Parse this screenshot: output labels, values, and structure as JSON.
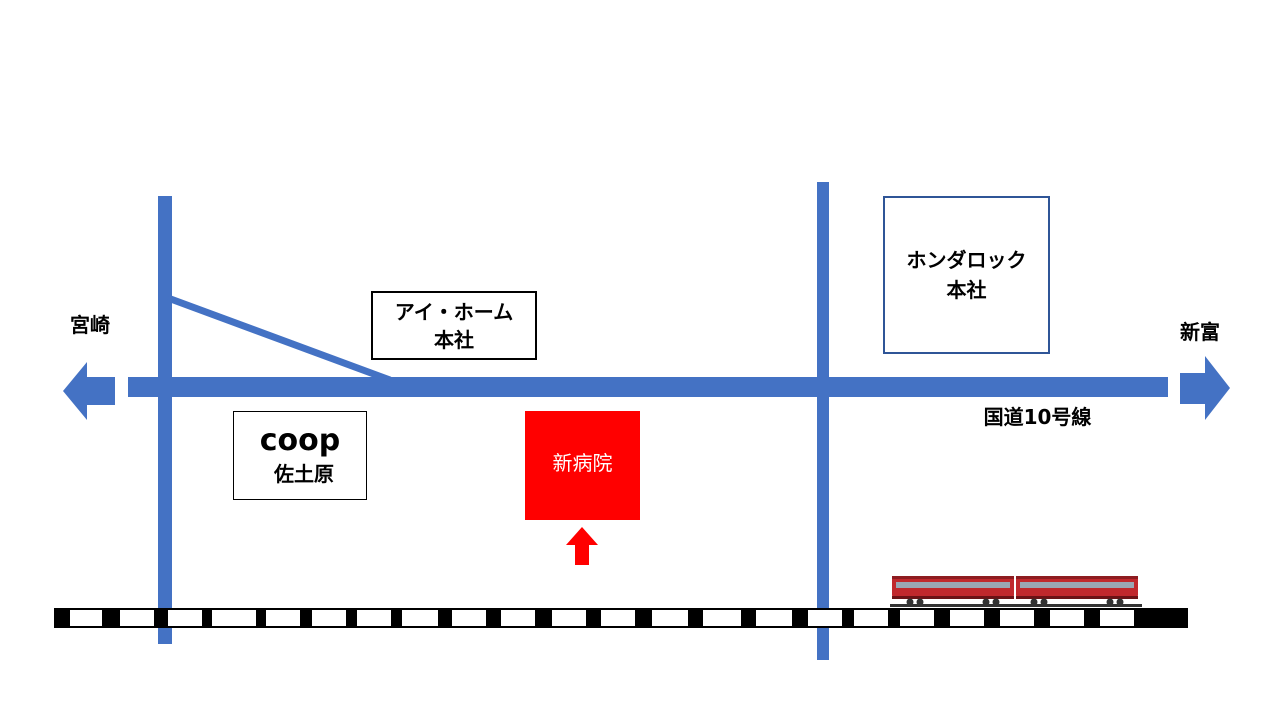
{
  "destinations": {
    "west": "宮崎",
    "east": "新富"
  },
  "road": {
    "route_label": "国道10号線"
  },
  "landmarks": {
    "aihome": {
      "line1": "アイ・ホーム",
      "line2": "本社"
    },
    "hondalock": {
      "line1": "ホンダロック",
      "line2": "本社"
    },
    "coop": {
      "line1": "coop",
      "line2": "佐土原"
    },
    "hospital": {
      "label": "新病院"
    }
  },
  "colors": {
    "road": "#4472c4",
    "hospital": "#ff0000",
    "train": "#c0282d",
    "railway": "#000000"
  },
  "icons": {
    "west_arrow": "arrow-left-icon",
    "east_arrow": "arrow-right-icon",
    "pointer": "arrow-up-icon",
    "train": "train-icon"
  }
}
